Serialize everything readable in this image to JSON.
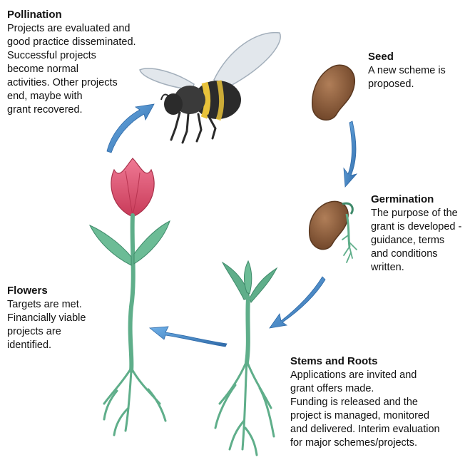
{
  "stages": {
    "pollination": {
      "title": "Pollination",
      "text": "Projects are evaluated and\ngood practice disseminated.\nSuccessful projects\nbecome normal\nactivities. Other projects\nend, maybe with\ngrant recovered."
    },
    "seed": {
      "title": "Seed",
      "text": "A new scheme is\nproposed."
    },
    "germination": {
      "title": "Germination",
      "text": "The purpose of the\ngrant is developed -\nguidance, terms\nand conditions\nwritten."
    },
    "flowers": {
      "title": "Flowers",
      "text": "Targets are met.\nFinancially viable\nprojects are\nidentified."
    },
    "stems_roots": {
      "title": "Stems and Roots",
      "text": "Applications are invited and\ngrant offers made.\nFunding is released and the\nproject is managed, monitored\nand delivered. Interim evaluation\nfor major schemes/projects."
    }
  },
  "illustrations": {
    "bee": "bee-illustration",
    "seed": "bean-seed-illustration",
    "sprout": "germinating-seed-illustration",
    "seedling": "seedling-with-roots-illustration",
    "tulip": "tulip-flower-illustration"
  },
  "colors": {
    "arrow": "#4a8fd0",
    "arrow_dark": "#2f6aa8",
    "leaf": "#5fae8a",
    "leaf_dark": "#3f8a6a",
    "petal": "#e05070",
    "petal_dark": "#b83450",
    "seed": "#8a5c3c",
    "bee_yellow": "#e8c23a",
    "bee_black": "#2b2b2b",
    "wing": "#cfd6de"
  }
}
